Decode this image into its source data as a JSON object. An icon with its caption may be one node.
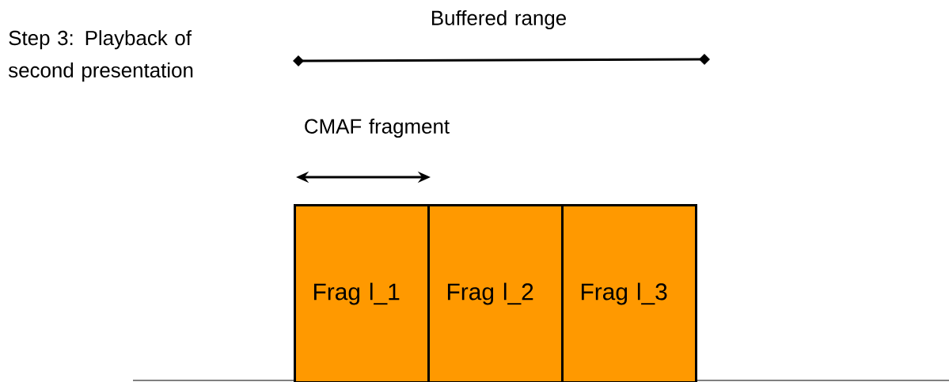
{
  "diagram": {
    "nodes": [
      {
        "text": [
          "Frag l_1"
        ]
      },
      {
        "text": [
          "Frag l_2"
        ]
      },
      {
        "text": [
          "Frag l_3"
        ]
      }
    ],
    "labels": [
      "Step 3: Playback of second presentation",
      "Buffered range",
      "CMAF fragment"
    ]
  }
}
